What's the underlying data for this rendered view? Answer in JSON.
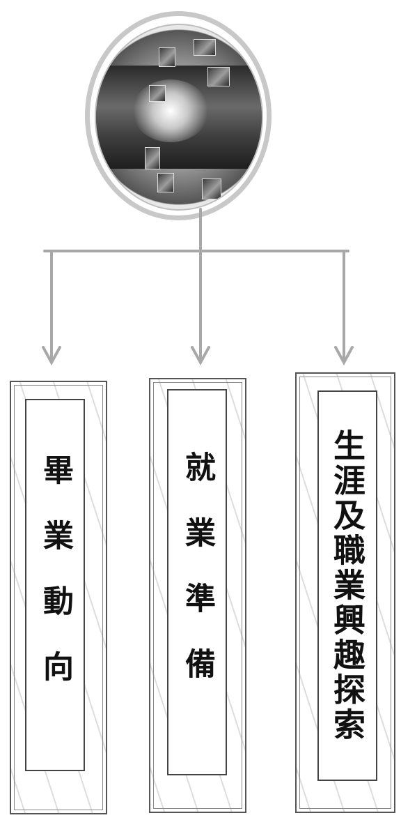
{
  "photo": {
    "description_icon": "photo-collage-icon"
  },
  "boxes": [
    {
      "label": "畢業動向"
    },
    {
      "label": "就業準備"
    },
    {
      "label": "生涯及職業興趣探索"
    }
  ],
  "colors": {
    "connector": "#a8a8a8",
    "border": "#444444",
    "text": "#111111"
  }
}
